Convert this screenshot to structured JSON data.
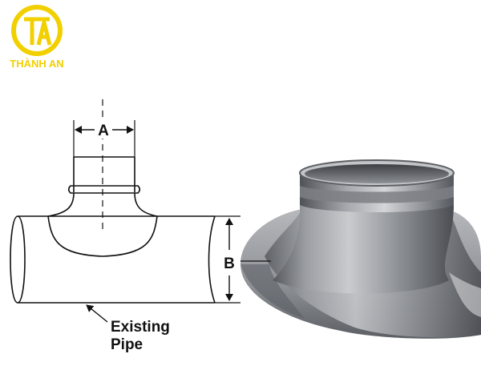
{
  "brand": {
    "name": "THÀNH AN",
    "monogram": "TA",
    "color": "#f2d000"
  },
  "diagram": {
    "dimension_a": "A",
    "dimension_b": "B",
    "callout_line1": "Existing",
    "callout_line2": "Pipe"
  },
  "photo": {
    "subject": "saddle-tee-fitting",
    "material_color": "#8e9196"
  }
}
